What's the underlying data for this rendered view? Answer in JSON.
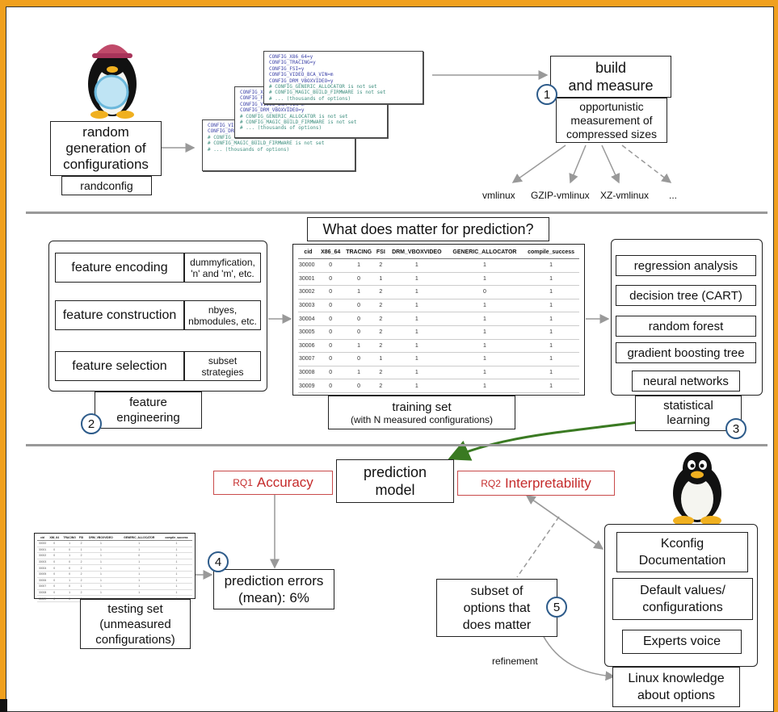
{
  "top": {
    "random_generation": "random\ngeneration of\nconfigurations",
    "randconfig": "randconfig",
    "build_measure": "build\nand measure",
    "step1": "1",
    "opportunistic": "opportunistic\nmeasurement of\ncompressed sizes",
    "outputs": [
      "vmlinux",
      "GZIP-vmlinux",
      "XZ-vmlinux",
      "..."
    ],
    "config_lines": [
      {
        "t": "CONFIG_X86_64=y",
        "k": "kw"
      },
      {
        "t": "CONFIG_TRACING=y",
        "k": "kw"
      },
      {
        "t": "CONFIG_FSI=y",
        "k": "kw"
      },
      {
        "t": "CONFIG_VIDEO_BCA_VIN=m",
        "k": "kw"
      },
      {
        "t": "CONFIG_DRM_VBOXVIDEO=y",
        "k": "kw"
      },
      {
        "t": "# CONFIG_GENERIC_ALLOCATOR is not set",
        "k": "cm"
      },
      {
        "t": "# CONFIG_MAGIC_BUILD_FIRMWARE is not set",
        "k": "cm"
      },
      {
        "t": "# ... (thousands of options)",
        "k": "cm"
      }
    ]
  },
  "middle": {
    "question": "What does matter for prediction?",
    "fe_rows": [
      {
        "main": "feature encoding",
        "side": "dummyfication,\n'n' and 'm', etc."
      },
      {
        "main": "feature construction",
        "side": "nbyes,\nnbmodules, etc."
      },
      {
        "main": "feature selection",
        "side": "subset\nstrategies"
      }
    ],
    "feature_engineering": "feature\nengineering",
    "step2": "2",
    "table_headers": [
      "cid",
      "X86_64",
      "TRACING",
      "FSI",
      "DRM_VBOXVIDEO",
      "GENERIC_ALLOCATOR",
      "compile_success"
    ],
    "table_rows": [
      [
        "30000",
        "0",
        "1",
        "2",
        "1",
        "1",
        "1"
      ],
      [
        "30001",
        "0",
        "0",
        "1",
        "1",
        "1",
        "1"
      ],
      [
        "30002",
        "0",
        "1",
        "2",
        "1",
        "0",
        "1"
      ],
      [
        "30003",
        "0",
        "0",
        "2",
        "1",
        "1",
        "1"
      ],
      [
        "30004",
        "0",
        "0",
        "2",
        "1",
        "1",
        "1"
      ],
      [
        "30005",
        "0",
        "0",
        "2",
        "1",
        "1",
        "1"
      ],
      [
        "30006",
        "0",
        "1",
        "2",
        "1",
        "1",
        "1"
      ],
      [
        "30007",
        "0",
        "0",
        "1",
        "1",
        "1",
        "1"
      ],
      [
        "30008",
        "0",
        "1",
        "2",
        "1",
        "1",
        "1"
      ],
      [
        "30009",
        "0",
        "0",
        "2",
        "1",
        "1",
        "1"
      ]
    ],
    "training_set": "training set",
    "training_sub": "(with N measured configurations)",
    "ml_methods": [
      "regression analysis",
      "decision tree (CART)",
      "random forest",
      "gradient boosting tree",
      "neural networks"
    ],
    "statistical_learning": "statistical\nlearning",
    "step3": "3"
  },
  "bottom": {
    "prediction_model": "prediction\nmodel",
    "rq1_tag": "RQ1",
    "rq1_label": "Accuracy",
    "rq2_tag": "RQ2",
    "rq2_label": "Interpretability",
    "step4": "4",
    "prediction_errors": "prediction errors\n(mean): 6%",
    "testing_set": "testing set\n(unmeasured\nconfigurations)",
    "subset_options": "subset of\noptions that\ndoes matter",
    "step5": "5",
    "refinement": "refinement",
    "knowledge_items": [
      "Kconfig\nDocumentation",
      "Default values/\nconfigurations",
      "Experts voice"
    ],
    "linux_knowledge": "Linux knowledge\nabout options"
  }
}
